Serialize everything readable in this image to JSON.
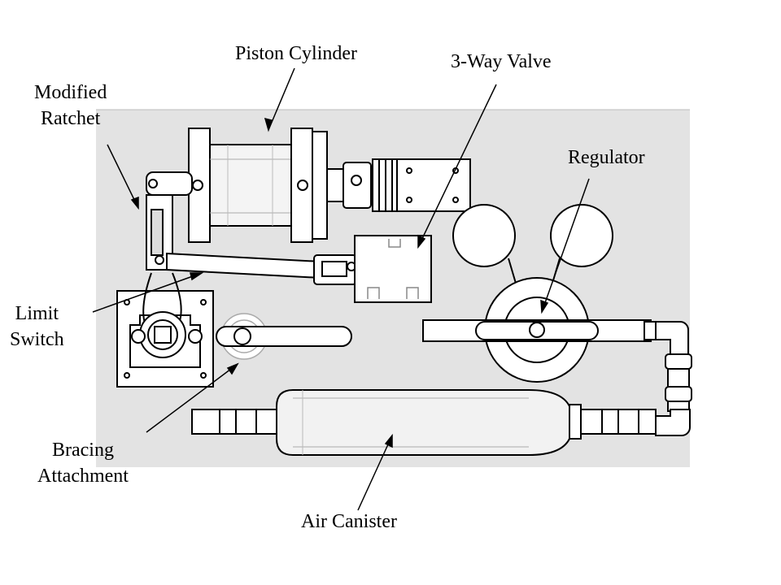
{
  "labels": {
    "piston_cylinder": "Piston Cylinder",
    "three_way_valve": "3-Way Valve",
    "modified_ratchet": [
      "Modified",
      "Ratchet"
    ],
    "regulator": "Regulator",
    "limit_switch": [
      "Limit",
      "Switch"
    ],
    "bracing_attachment": [
      "Bracing",
      "Attachment"
    ],
    "air_canister": "Air Canister"
  },
  "colors": {
    "panel_background": "#e3e3e3",
    "part_fill": "#ffffff",
    "part_outline": "#000000",
    "hidden_line": "#9a9a9a"
  }
}
